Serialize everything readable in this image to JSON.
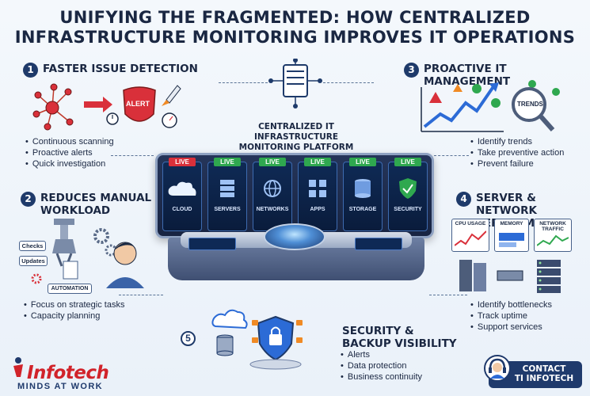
{
  "title": {
    "line1": "UNIFYING THE FRAGMENTED: HOW CENTRALIZED",
    "line2": "INFRASTRUCTURE MONITORING IMPROVES IT OPERATIONS"
  },
  "sections": {
    "s1": {
      "number": "1",
      "heading": "FASTER ISSUE DETECTION",
      "alert_label": "ALERT",
      "bullets": [
        "Continuous scanning",
        "Proactive alerts",
        "Quick investigation"
      ]
    },
    "s2": {
      "number": "2",
      "heading_line1": "REDUCES MANUAL",
      "heading_line2": "WORKLOAD",
      "tags": [
        "Checks",
        "Updates",
        "AUTOMATION"
      ],
      "bullets": [
        "Focus on strategic tasks",
        "Capacity planning"
      ]
    },
    "s3": {
      "number": "3",
      "heading": "PROACTIVE IT MANAGEMENT",
      "trends_label": "TRENDS",
      "bullets": [
        "Identify trends",
        "Take preventive action",
        "Prevent failure"
      ]
    },
    "s4": {
      "number": "4",
      "heading_line1": "SERVER & NETWORK",
      "heading_line2": "PERFORMANCE",
      "cards": [
        "CPU USAGE",
        "MEMORY",
        "NETWORK TRAFFIC"
      ],
      "bullets": [
        "Identify bottlenecks",
        "Track uptime",
        "Support services"
      ]
    },
    "s5": {
      "number": "5",
      "heading_line1": "SECURITY &",
      "heading_line2": "BACKUP VISIBILITY",
      "bullets": [
        "Alerts",
        "Data protection",
        "Business continuity"
      ]
    }
  },
  "platform": {
    "label_line1": "CENTRALIZED IT INFRASTRUCTURE",
    "label_line2": "MONITORING PLATFORM",
    "panels": [
      {
        "live": "LIVE",
        "label": "CLOUD",
        "live_color": "#d9303a"
      },
      {
        "live": "LIVE",
        "label": "SERVERS",
        "live_color": "#2fa84f"
      },
      {
        "live": "LIVE",
        "label": "NETWORKS",
        "live_color": "#2fa84f"
      },
      {
        "live": "LIVE",
        "label": "APPS",
        "live_color": "#2fa84f"
      },
      {
        "live": "LIVE",
        "label": "STORAGE",
        "live_color": "#2fa84f"
      },
      {
        "live": "LIVE",
        "label": "SECURITY",
        "live_color": "#2fa84f"
      }
    ]
  },
  "branding": {
    "logo": "Infotech",
    "tagline": "MINDS AT WORK",
    "contact_line1": "CONTACT",
    "contact_line2": "TI INFOTECH"
  },
  "colors": {
    "navy": "#1e3a6a",
    "alert_red": "#d9303a",
    "live_green": "#2fa84f",
    "accent_orange": "#f08a24"
  }
}
